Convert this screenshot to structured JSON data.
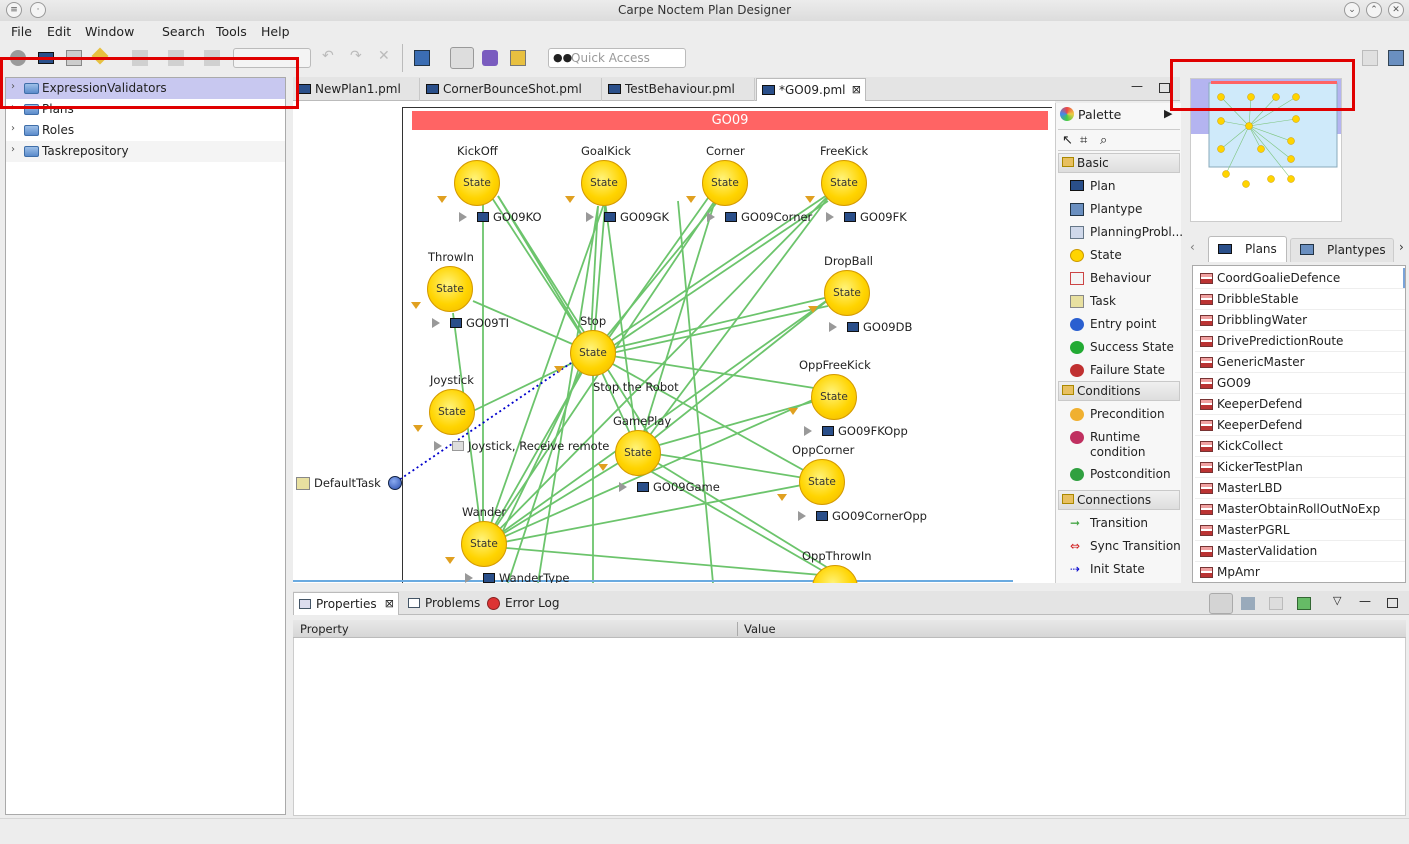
{
  "window": {
    "title": "Carpe Noctem Plan Designer"
  },
  "menu": {
    "file": "File",
    "edit": "Edit",
    "window": "Window",
    "search": "Search",
    "tools": "Tools",
    "help": "Help"
  },
  "toolbar": {
    "quick_access_placeholder": "Quick Access"
  },
  "tree": [
    {
      "label": "ExpressionValidators",
      "selected": true
    },
    {
      "label": "Plans"
    },
    {
      "label": "Roles"
    },
    {
      "label": "Taskrepository"
    }
  ],
  "editor_tabs": [
    {
      "label": "NewPlan1.pml"
    },
    {
      "label": "CornerBounceShot.pml"
    },
    {
      "label": "TestBehaviour.pml"
    },
    {
      "label": "*GO09.pml",
      "active": true
    }
  ],
  "diagram": {
    "title": "GO09",
    "state_text": "State",
    "default_task": "DefaultTask",
    "states": [
      {
        "id": "kickoff",
        "name": "KickOff",
        "plan": "GO09KO"
      },
      {
        "id": "goalkick",
        "name": "GoalKick",
        "plan": "GO09GK"
      },
      {
        "id": "corner",
        "name": "Corner",
        "plan": "GO09Corner"
      },
      {
        "id": "freekick",
        "name": "FreeKick",
        "plan": "GO09FK"
      },
      {
        "id": "throwin",
        "name": "ThrowIn",
        "plan": "GO09TI"
      },
      {
        "id": "dropball",
        "name": "DropBall",
        "plan": "GO09DB"
      },
      {
        "id": "stop",
        "name": "Stop",
        "plan": "Stop the Robot"
      },
      {
        "id": "joystick",
        "name": "Joystick",
        "plan": "Joystick, Receive remote"
      },
      {
        "id": "oppfreekick",
        "name": "OppFreeKick",
        "plan": "GO09FKOpp"
      },
      {
        "id": "gameplay",
        "name": "GamePlay",
        "plan": "GO09Game"
      },
      {
        "id": "oppcorner",
        "name": "OppCorner",
        "plan": "GO09CornerOpp"
      },
      {
        "id": "wander",
        "name": "Wander",
        "plan": "WanderType"
      },
      {
        "id": "oppthrowin",
        "name": "OppThrowIn",
        "plan": ""
      }
    ]
  },
  "palette": {
    "title": "Palette",
    "basic": {
      "title": "Basic",
      "items": [
        "Plan",
        "Plantype",
        "PlanningProbl...",
        "State",
        "Behaviour",
        "Task",
        "Entry point",
        "Success State",
        "Failure State"
      ]
    },
    "conditions": {
      "title": "Conditions",
      "items": [
        "Precondition",
        "Runtime condition",
        "Postcondition"
      ]
    },
    "connections": {
      "title": "Connections",
      "items": [
        "Transition",
        "Sync Transition",
        "Init State"
      ]
    }
  },
  "plan_tabs": {
    "plans": "Plans",
    "plantypes": "Plantypes"
  },
  "plans": [
    "CoordGoalieDefence",
    "DribbleStable",
    "DribblingWater",
    "DrivePredictionRoute",
    "GenericMaster",
    "GO09",
    "KeeperDefend",
    "KeeperDefend",
    "KickCollect",
    "KickerTestPlan",
    "MasterLBD",
    "MasterObtainRollOutNoExp",
    "MasterPGRL",
    "MasterValidation",
    "MpAmr"
  ],
  "bottom_tabs": {
    "properties": "Properties",
    "problems": "Problems",
    "error_log": "Error Log"
  },
  "properties": {
    "col_property": "Property",
    "col_value": "Value"
  },
  "colors": {
    "accent": "#ff6464",
    "transition": "#6cc46c",
    "init": "#0000cc",
    "highlight": "#e00000"
  }
}
